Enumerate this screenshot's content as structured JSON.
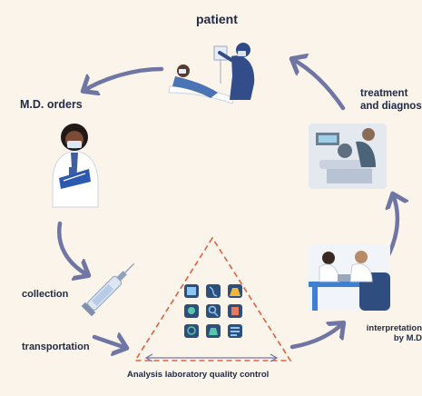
{
  "labels": {
    "patient": "patient",
    "md_orders": "M.D. orders",
    "treatment_line1": "treatment",
    "treatment_line2": "and diagnosis",
    "collection": "collection",
    "transportation": "transportation",
    "interpretation_line1": "interpretation",
    "interpretation_line2": "by M.D",
    "analysis": "Analysis laboratory quality control"
  },
  "colors": {
    "background": "#fbf4ea",
    "arrow": "#6f76a3",
    "text": "#222b44",
    "triangle_dash": "#e0603f",
    "lab_icon_bg": "#2d4f7a"
  },
  "icons": [
    "patient-bed-illustration",
    "doctor-illustration",
    "syringe-icon",
    "lab-analysis-icons",
    "diagnosis-illustration",
    "interpretation-illustration"
  ]
}
